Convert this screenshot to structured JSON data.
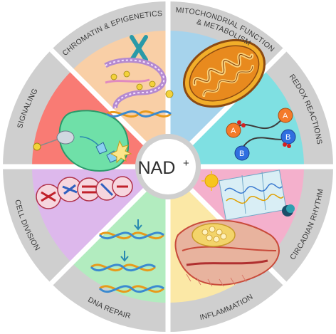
{
  "center": {
    "label": "NAD",
    "superscript": "+"
  },
  "segments": [
    {
      "label": "MITOCHONDRIAL FUNCTION",
      "label_line2": "& METABOLISM",
      "color": "#a6d3ec",
      "icon": "mitochondrion-icon"
    },
    {
      "label": "REDOX REACTIONS",
      "color": "#7fe0e2",
      "icon": "redox-icon"
    },
    {
      "label": "CIRCADIAN RHYTHM",
      "color": "#f4b0cc",
      "icon": "sun-moon-icon"
    },
    {
      "label": "INFLAMMATION",
      "color": "#fbe8a6",
      "icon": "inflamed-tissue-icon"
    },
    {
      "label": "DNA REPAIR",
      "color": "#b2ecbf",
      "icon": "dna-helix-icon"
    },
    {
      "label": "CELL DIVISION",
      "color": "#ddb8ec",
      "icon": "chromosome-icon"
    },
    {
      "label": "SIGNALING",
      "color": "#f97b74",
      "icon": "cell-signaling-icon"
    },
    {
      "label": "CHROMATIN & EPIGENETICS",
      "color": "#f9cfa6",
      "icon": "chromatin-icon"
    }
  ],
  "ring": {
    "color": "#cfcfcf",
    "divider_color": "#ffffff"
  }
}
